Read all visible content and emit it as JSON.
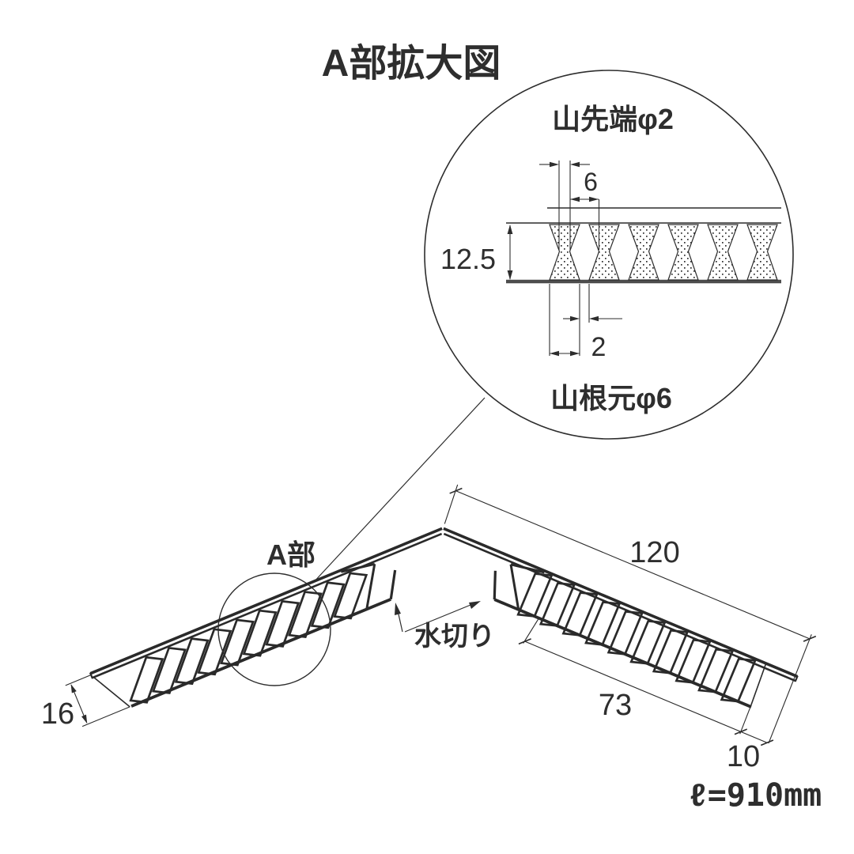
{
  "title": "A部拡大図",
  "detail_view": {
    "tip_label": "山先端φ2",
    "base_label": "山根元φ6",
    "dims": {
      "tip_pitch": "6",
      "height": "12.5",
      "base_gap": "2"
    }
  },
  "main_view": {
    "part_label": "A部",
    "flashing_label": "水切り",
    "dims": {
      "overall_width": "120",
      "vent_width": "73",
      "end_flange": "10",
      "left_flange": "16"
    },
    "length_label": "ℓ=910mm"
  },
  "colors": {
    "line": "#2d2d2d",
    "thick_line": "#2a2a2a",
    "band_bottom": "#4d4d4d",
    "text": "#2e2e2e"
  }
}
